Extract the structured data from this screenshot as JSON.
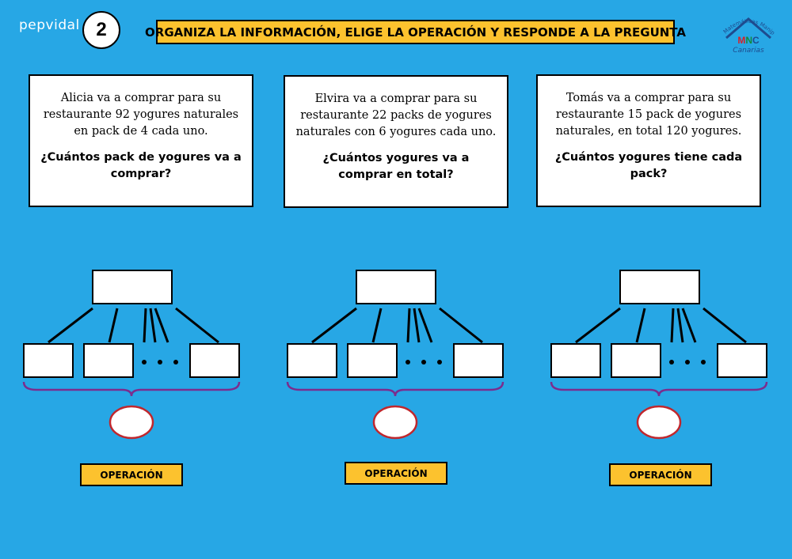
{
  "header": {
    "author": "pepvidal",
    "number": "2",
    "instruction": "ORGANIZA LA INFORMACIÓN, ELIGE LA OPERACIÓN Y RESPONDE A LA PREGUNTA",
    "logo": {
      "text": "MNC",
      "subtitle": "Canarias",
      "arc_text": "Matemáticas Manipulativas"
    }
  },
  "problems": [
    {
      "text": "Alicia va a comprar para su restaurante 92 yogures naturales en pack de 4 cada uno.",
      "question": "¿Cuántos pack de yogures va a comprar?",
      "operation_label": "OPERACIÓN"
    },
    {
      "text": "Elvira va a comprar para su restaurante 22 packs de yogures naturales con 6 yogures cada uno.",
      "question": "¿Cuántos yogures va a comprar en total?",
      "operation_label": "OPERACIÓN"
    },
    {
      "text": "Tomás va a comprar para su restaurante 15 pack de yogures naturales, en total 120 yogures.",
      "question": "¿Cuántos yogures tiene cada pack?",
      "operation_label": "OPERACIÓN"
    }
  ],
  "colors": {
    "background": "#27a7e5",
    "label_fill": "#fcc22e",
    "brace": "#7b2d8e",
    "ellipse_border": "#c0272d"
  }
}
